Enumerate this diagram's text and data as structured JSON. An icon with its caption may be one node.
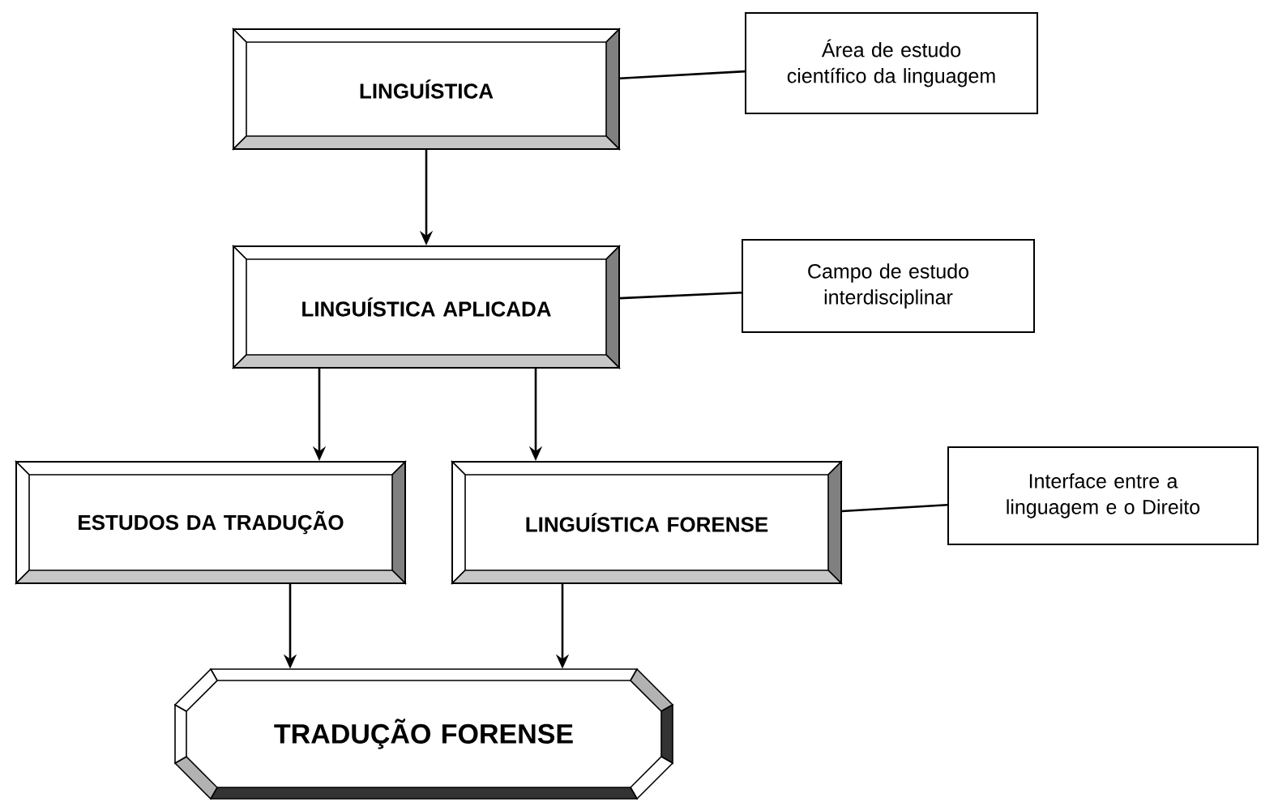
{
  "diagram": {
    "nodes": [
      {
        "text": [
          "LINGUÍSTICA"
        ]
      },
      {
        "text": [
          "Área de estudo científico da linguagem"
        ]
      },
      {
        "text": [
          "LINGUÍSTICA APLICADA"
        ]
      },
      {
        "text": [
          "Campo de estudo interdisciplinar"
        ]
      },
      {
        "text": [
          "ESTUDOS DA TRADUÇÃO"
        ]
      },
      {
        "text": [
          "LINGUÍSTICA FORENSE"
        ]
      },
      {
        "text": [
          "Interface entre a linguagem e o Direito"
        ]
      },
      {
        "text": [
          "TRADUÇÃO FORENSE"
        ]
      }
    ],
    "edges": [
      {
        "from": 0,
        "to": 2,
        "arrow": "to"
      },
      {
        "from": 2,
        "to": 4,
        "arrow": "to"
      },
      {
        "from": 2,
        "to": 5,
        "arrow": "to"
      },
      {
        "from": 4,
        "to": 7,
        "arrow": "to"
      },
      {
        "from": 5,
        "to": 7,
        "arrow": "to"
      },
      {
        "from": 1,
        "to": 0,
        "arrow": "none"
      },
      {
        "from": 3,
        "to": 2,
        "arrow": "none"
      },
      {
        "from": 6,
        "to": 5,
        "arrow": "none"
      }
    ]
  }
}
